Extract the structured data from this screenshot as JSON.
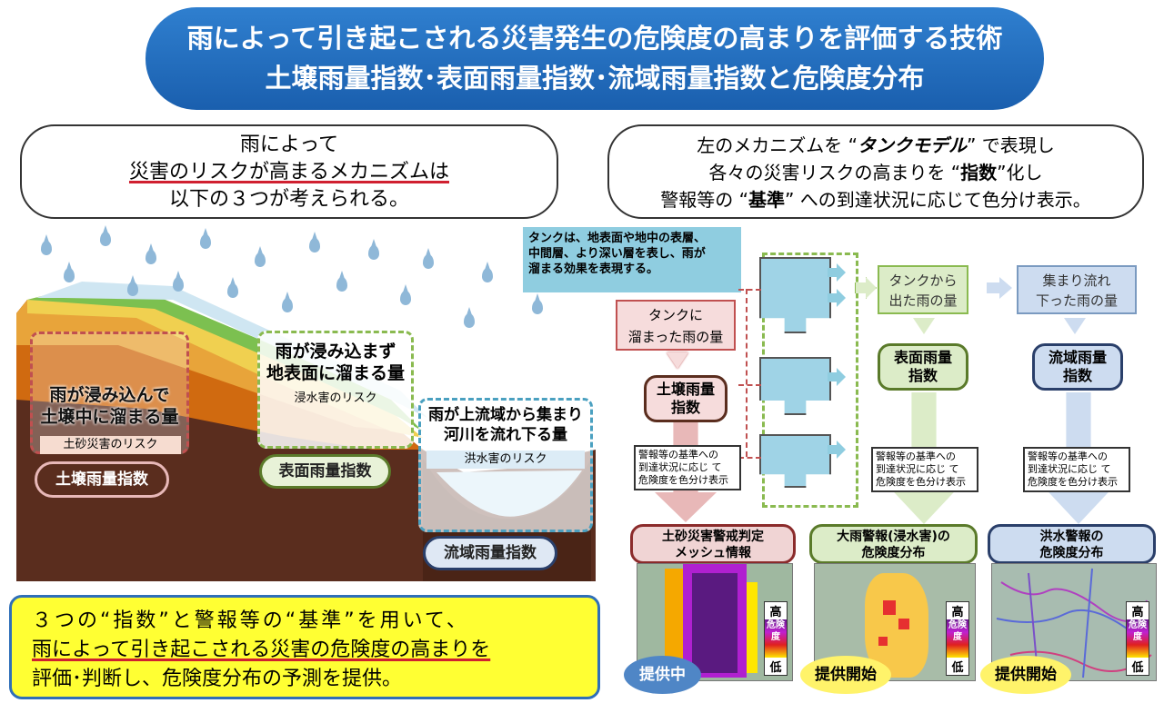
{
  "title": {
    "line1": "雨によって引き起こされる災害発生の危険度の高まりを評価する技術",
    "line2": "土壌雨量指数･表面雨量指数･流域雨量指数と危険度分布"
  },
  "left_bubble": {
    "line1": "雨によって",
    "line2": "災害のリスクが高まるメカニズムは",
    "line3": "以下の３つが考えられる。"
  },
  "right_bubble": {
    "line1_a": "左のメカニズムを “",
    "line1_b": "タンクモデル",
    "line1_c": "” で表現し",
    "line2_a": "各々の災害リスクの高まりを “",
    "line2_b": "指数",
    "line2_c": "”化し",
    "line3_a": "警報等の “",
    "line3_b": "基準",
    "line3_c": "” への到達状況に応じて色分け表示。"
  },
  "illustration": {
    "callout_soil": {
      "line1": "雨が浸み込んで",
      "line2": "土壌中に溜まる量",
      "risk": "土砂災害のリスク",
      "index": "土壌雨量指数"
    },
    "callout_surface": {
      "line1": "雨が浸み込まず",
      "line2": "地表面に溜まる量",
      "risk": "浸水害のリスク",
      "index": "表面雨量指数"
    },
    "callout_river": {
      "line1": "雨が上流域から集まり",
      "line2": "河川を流れ下る量",
      "risk": "洪水害のリスク",
      "index": "流域雨量指数"
    }
  },
  "summary": {
    "line1": "３つの“指数”と警報等の“基準”を用いて、",
    "line2": "雨によって引き起こされる災害の危険度の高まりを",
    "line3": "評価･判断し、危険度分布の予測を提供。"
  },
  "tank_model": {
    "description": [
      "タンクは、地表面や地中の表層、",
      "中間層、より深い層を表し、雨が",
      "溜まる効果を表現する。"
    ],
    "stored_label": [
      "タンクに",
      "溜まった雨の量"
    ],
    "outflow_label": [
      "タンクから",
      "出た雨の量"
    ],
    "flowdown_label": [
      "集まり流れ",
      "下った雨の量"
    ],
    "soil_index": [
      "土壌雨量",
      "指数"
    ],
    "surface_index": [
      "表面雨量",
      "指数"
    ],
    "river_index": [
      "流域雨量",
      "指数"
    ],
    "note": [
      "警報等の基準への",
      "到達状況に応じ て",
      "危険度を色分け表示"
    ],
    "note2": [
      "警報等の基準への",
      "到達状況に応じ て",
      "危険度を色分け表示"
    ],
    "note3": [
      "警報等の基準への",
      "到達状況に応じ て",
      "危険度を色分け表示"
    ]
  },
  "products": [
    {
      "title": [
        "土砂災害警戒判定",
        "メッシュ情報"
      ],
      "status": "提供中",
      "color": "#8b2b2b"
    },
    {
      "title": [
        "大雨警報(浸水害)の",
        "危険度分布"
      ],
      "status": "提供開始",
      "color": "#5a7a2a"
    },
    {
      "title": [
        "洪水警報の",
        "危険度分布"
      ],
      "status": "提供開始",
      "color": "#2a3f6a"
    }
  ],
  "legend": {
    "high": "高",
    "label": "危険度",
    "low": "低"
  }
}
